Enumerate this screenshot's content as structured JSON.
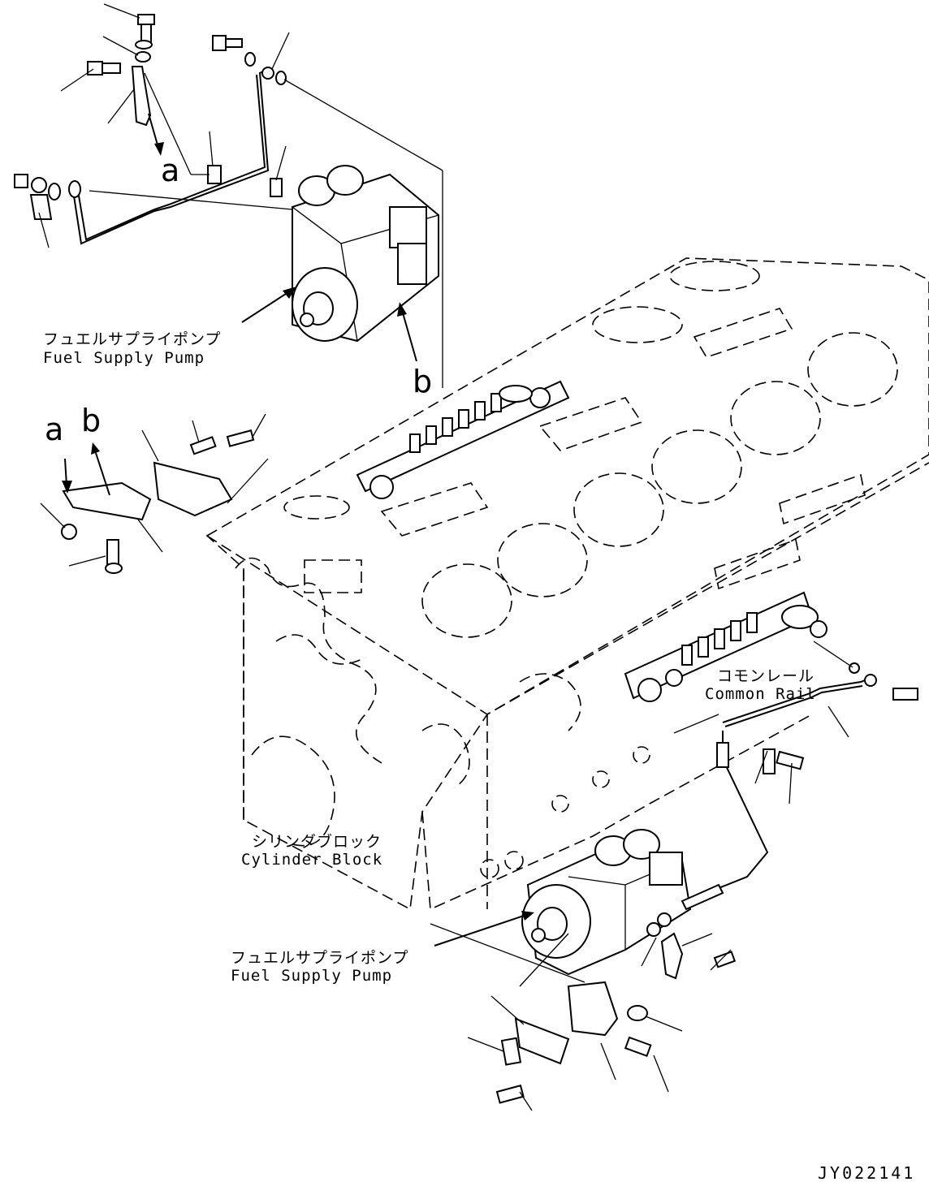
{
  "labels": {
    "fuel_pump_top_jp": "フュエルサプライポンプ",
    "fuel_pump_top_en": "Fuel Supply Pump",
    "common_rail_jp": "コモンレール",
    "common_rail_en": "Common Rail",
    "cylinder_block_jp": "シリンダブロック",
    "cylinder_block_en": "Cylinder Block",
    "fuel_pump_bottom_jp": "フュエルサプライポンプ",
    "fuel_pump_bottom_en": "Fuel Supply Pump"
  },
  "callouts": {
    "a_top": "a",
    "b_top": "b",
    "a_bracket": "a",
    "b_bracket": "b"
  },
  "drawing_code": "JY022141"
}
